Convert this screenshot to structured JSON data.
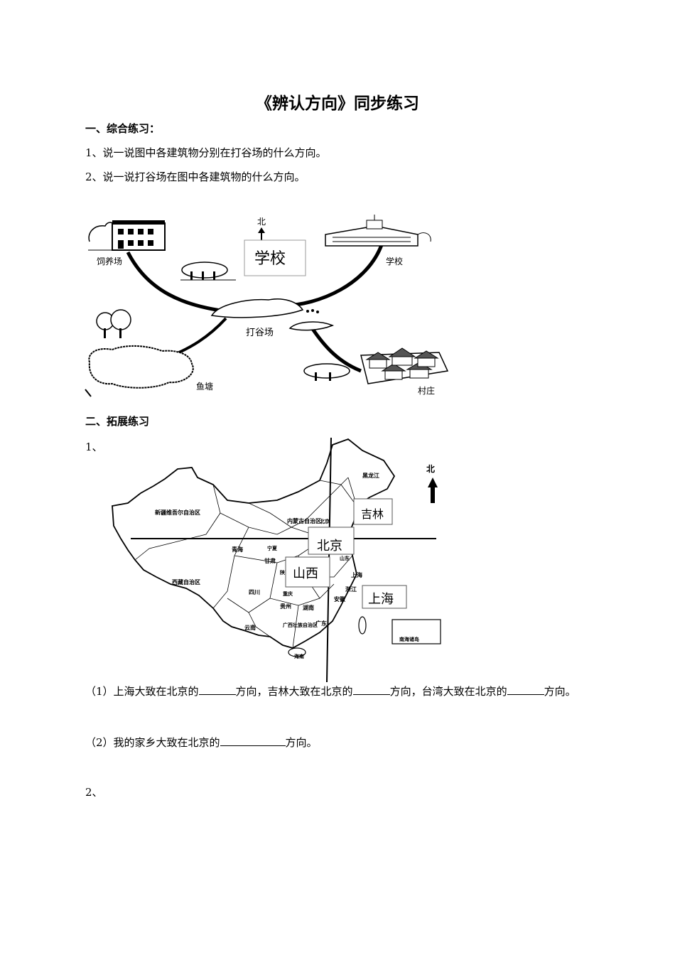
{
  "title": "《辨认方向》同步练习",
  "section1": {
    "heading": "一、综合练习：",
    "q1": "1、说一说图中各建筑物分别在打谷场的什么方向。",
    "q2": "2、说一说打谷场在图中各建筑物的什么方向。"
  },
  "village_map": {
    "north": "北",
    "center_box": "学校",
    "labels": {
      "feed_farm": "饲养场",
      "school": "学校",
      "threshing_floor": "打谷场",
      "fish_pond": "鱼塘",
      "village": "村庄"
    }
  },
  "section2": {
    "heading": "二、拓展练习",
    "item1": "1、",
    "item2": "2、"
  },
  "china_map": {
    "north": "北",
    "boxes": {
      "jilin": "吉林",
      "beijing": "北京",
      "shanxi": "山西",
      "shanghai": "上海"
    },
    "regions": {
      "xinjiang": "新疆维吾尔自治区",
      "neimenggu": "内蒙古自治区",
      "heilongjiang": "黑龙江",
      "qinghai": "青海",
      "xizang": "西藏自治区",
      "sichuan": "四川",
      "yunnan": "云南",
      "guangxi": "广西壮族自治区",
      "hainan": "海南",
      "guangdong": "广东",
      "hunan": "湖南",
      "guizhou": "贵州",
      "gansu": "甘肃",
      "ningxia": "宁夏",
      "anhui": "安徽",
      "zhejiang": "浙江",
      "shanghai_small": "上海",
      "nanhai": "南海诸岛",
      "chongqing": "重庆",
      "shaanxi": "陕西",
      "shandong": "山东",
      "hebei": "北京"
    }
  },
  "questions": {
    "q1_a": "（1）上海大致在北京的",
    "q1_b": "方向，吉林大致在北京的",
    "q1_c": "方向，台湾大致在北京的",
    "q1_d": "方向。",
    "q2_a": "（2）我的家乡大致在北京的",
    "q2_b": "方向。"
  }
}
